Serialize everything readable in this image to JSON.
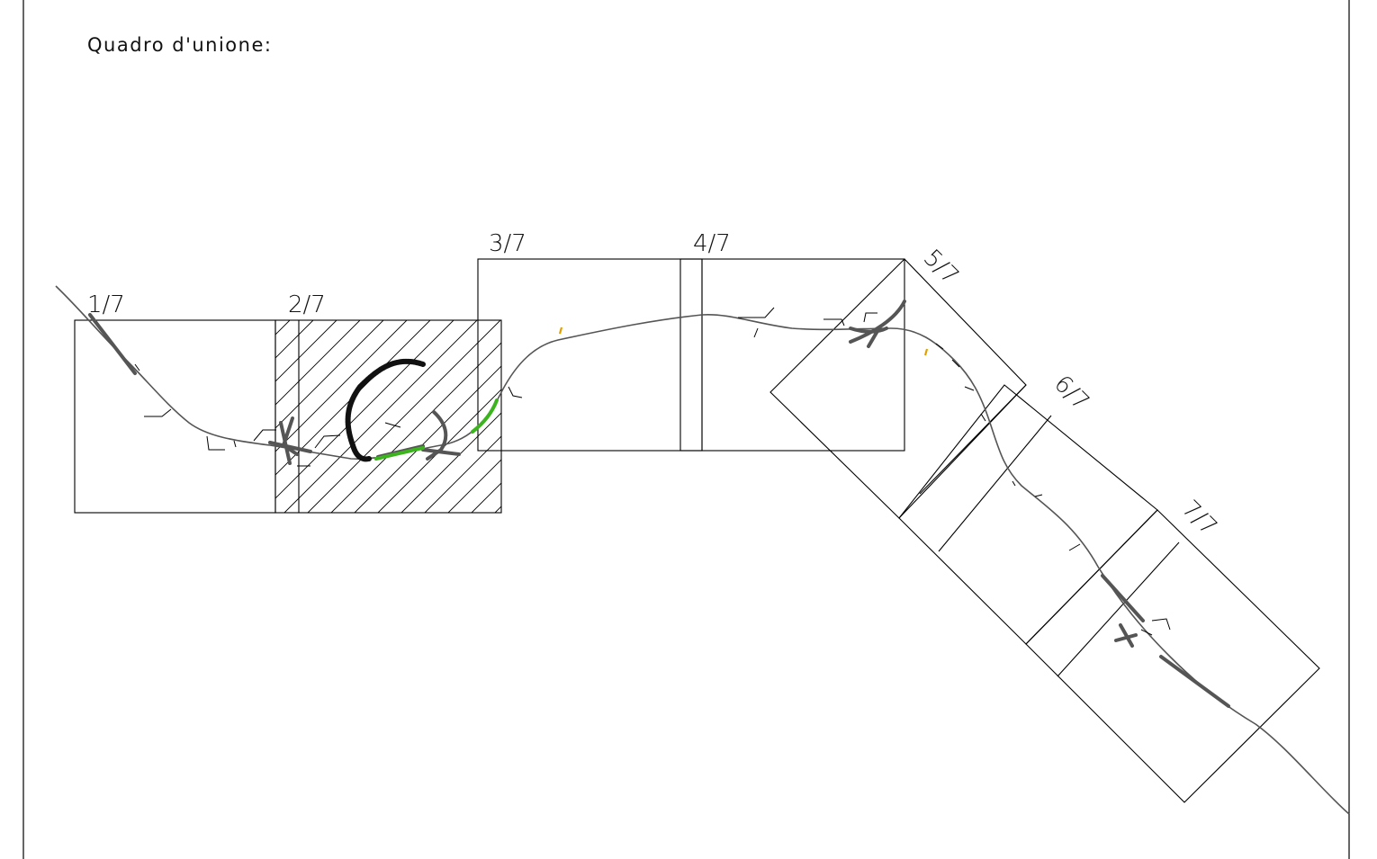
{
  "title": "Quadro d'unione:",
  "sheets": [
    {
      "id": "s1",
      "label": "1/7"
    },
    {
      "id": "s2",
      "label": "2/7"
    },
    {
      "id": "s3",
      "label": "3/7"
    },
    {
      "id": "s4",
      "label": "4/7"
    },
    {
      "id": "s5",
      "label": "5/7"
    },
    {
      "id": "s6",
      "label": "6/7"
    },
    {
      "id": "s7",
      "label": "7/7"
    }
  ],
  "colors": {
    "route": "#555555",
    "highlight": "#3cb41e",
    "marker": "#e0a000",
    "frame": "#000000"
  }
}
